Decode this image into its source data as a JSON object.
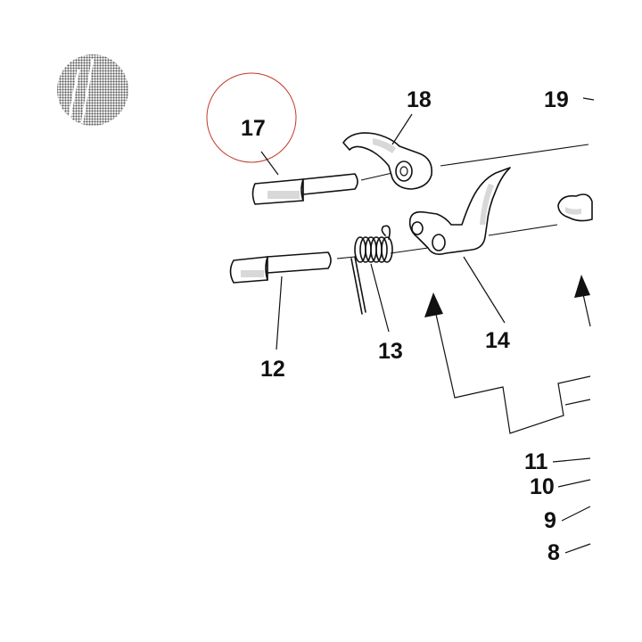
{
  "diagram": {
    "highlight_color": "#c0392b",
    "line_color": "#111111",
    "labels": {
      "p17": "17",
      "p18": "18",
      "p19": "19",
      "p12": "12",
      "p13": "13",
      "p14": "14",
      "p11": "11",
      "p10": "10",
      "p9": "9",
      "p8": "8"
    },
    "icons": {
      "stamp": "circular-hatched-stamp-icon"
    }
  }
}
